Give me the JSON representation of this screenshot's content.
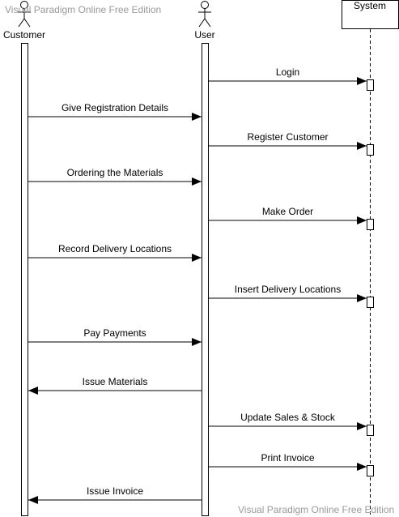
{
  "watermark": {
    "top": "Visual Paradigm Online Free Edition",
    "bottom": "Visual Paradigm Online Free Edition"
  },
  "participants": {
    "customer": "Customer",
    "user": "User",
    "system": "System"
  },
  "messages": [
    {
      "from": "user",
      "to": "system",
      "label": "Login"
    },
    {
      "from": "customer",
      "to": "user",
      "label": "Give Registration Details"
    },
    {
      "from": "user",
      "to": "system",
      "label": "Register Customer"
    },
    {
      "from": "customer",
      "to": "user",
      "label": "Ordering the Materials"
    },
    {
      "from": "user",
      "to": "system",
      "label": "Make Order"
    },
    {
      "from": "customer",
      "to": "user",
      "label": "Record Delivery Locations"
    },
    {
      "from": "user",
      "to": "system",
      "label": "Insert Delivery Locations"
    },
    {
      "from": "customer",
      "to": "user",
      "label": "Pay Payments"
    },
    {
      "from": "user",
      "to": "customer",
      "label": "Issue Materials"
    },
    {
      "from": "user",
      "to": "system",
      "label": "Update Sales & Stock"
    },
    {
      "from": "user",
      "to": "system",
      "label": "Print Invoice"
    },
    {
      "from": "user",
      "to": "customer",
      "label": "Issue Invoice"
    }
  ]
}
